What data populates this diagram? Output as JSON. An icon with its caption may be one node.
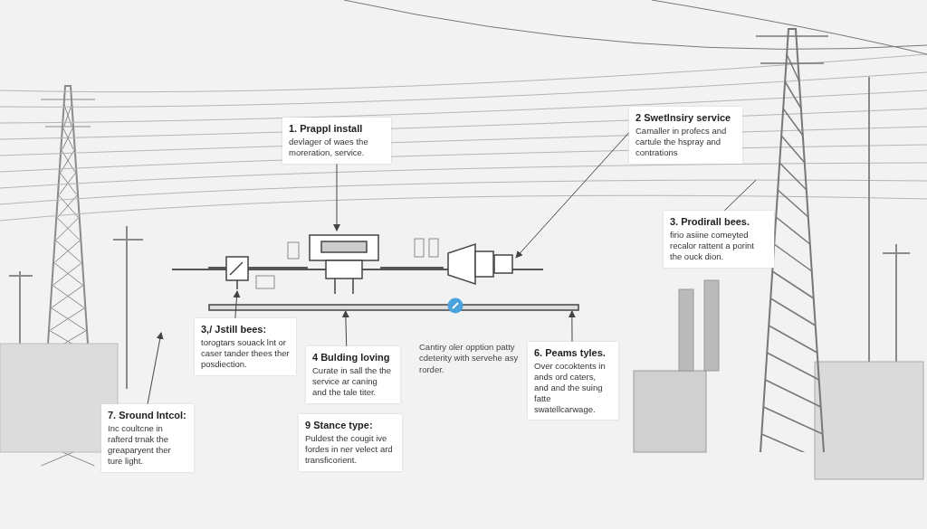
{
  "diagram": {
    "nodes": [
      {
        "text": [
          "1. Prappl install",
          "devlager of waes the moreration, service."
        ]
      },
      {
        "text": [
          "2 Swetlnsiry service",
          "Camaller in profecs and cartule the hspray and contrations"
        ]
      },
      {
        "text": [
          "3. Prodirall bees.",
          "firio asiine comeyted recalor rattent a porint the ouck dion."
        ]
      },
      {
        "text": [
          "3,/ Jstill bees:",
          "torogtars souack lnt or caser tander thees ther posdiection."
        ]
      },
      {
        "text": [
          "4 Bulding loving",
          "Curate in sall the the service ar caning and the tale titer."
        ]
      },
      {
        "text": [
          "9 Stance type:",
          "Puldest the cougit ive fordes in ner velect ard transficorient."
        ]
      },
      {
        "text": [
          "7. Sround Intcol:",
          "Inc coultcne in rafterd trnak the greaparyent ther ture light."
        ]
      },
      {
        "text": [
          "6. Peams tyles.",
          "Over cocoktents in ands ord caters, and and the suing fatte swatellcarwage."
        ]
      },
      {
        "text": [],
        "shape": "picture"
      },
      {
        "text": [],
        "shape": "picture"
      },
      {
        "text": [],
        "shape": "box"
      },
      {
        "text": [],
        "shape": "bar"
      },
      {
        "text": [],
        "shape": "picture"
      }
    ],
    "edges": [
      {
        "from": 0,
        "to": 8,
        "arrow": "to"
      },
      {
        "from": 1,
        "to": 9,
        "arrow": "to"
      },
      {
        "from": 2,
        "to": 12,
        "arrow": "none"
      },
      {
        "from": 3,
        "to": 10,
        "arrow": "to"
      },
      {
        "from": 4,
        "to": 11,
        "arrow": "to"
      },
      {
        "from": 7,
        "to": 11,
        "arrow": "to"
      },
      {
        "from": 6,
        "to": null,
        "arrow": "to"
      }
    ],
    "labels": [
      "Cantiry oler opption patty cdeterity with servehe asy rorder."
    ]
  }
}
